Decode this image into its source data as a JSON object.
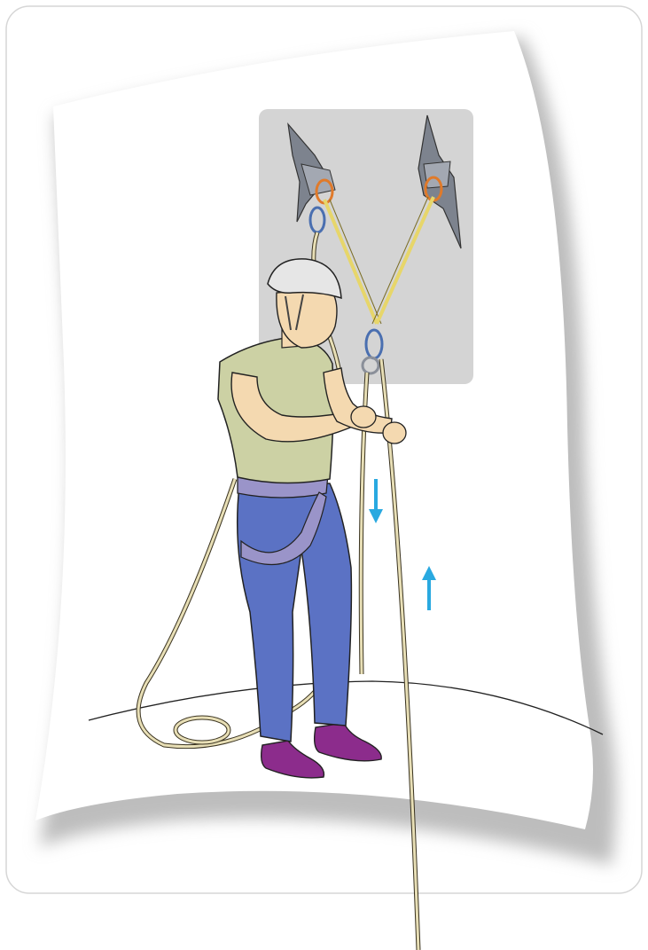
{
  "illustration": {
    "subject": "climber-belaying-at-anchor",
    "labels": [],
    "colors": {
      "frame_border": "#d6d6d6",
      "wall": "#ffffff",
      "wall_shadow": "#bdbdbd",
      "anchor_panel": "#d4d4d4",
      "helmet": "#e6e6e6",
      "skin": "#f4d9b0",
      "shirt": "#ccd1a4",
      "pants": "#5b72c4",
      "harness": "#9a94c9",
      "shoes": "#8c2c8c",
      "sling": "#e7d66a",
      "rope": "#e8dfb6",
      "arrow": "#29a9e0",
      "metal": "#8a8f99"
    },
    "arrows": [
      {
        "name": "rope-pull-down-arrow",
        "direction": "down"
      },
      {
        "name": "rope-feed-up-arrow",
        "direction": "up"
      }
    ]
  }
}
